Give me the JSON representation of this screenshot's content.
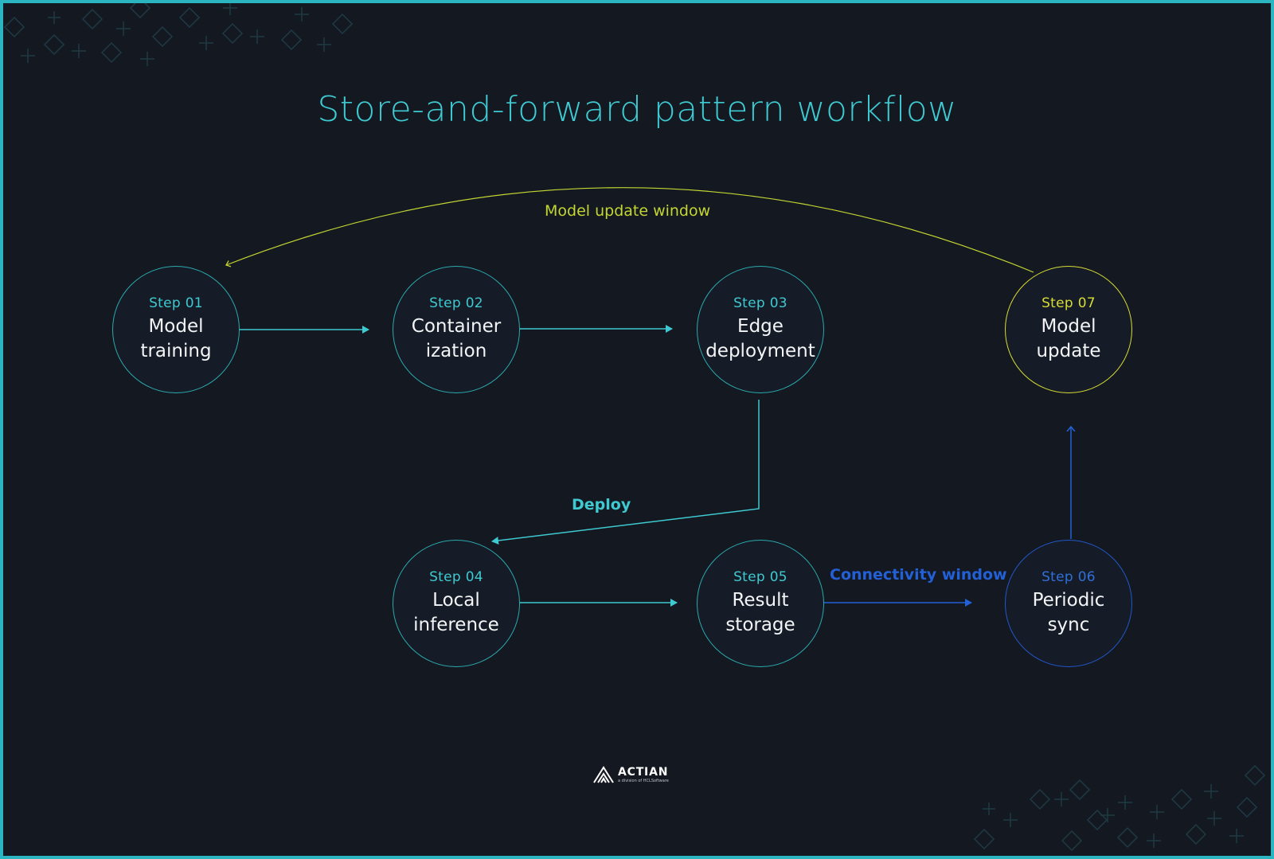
{
  "title": "Store-and-forward pattern workflow",
  "colors": {
    "background": "#141821",
    "frame": "#2ab5c0",
    "teal": "#3fc9d0",
    "yellow": "#d7dc33",
    "blue": "#2360d6",
    "node_text": "#f2f4f6"
  },
  "nodes": [
    {
      "id": "step-01",
      "step": "Step  01",
      "name": "Model\ntraining",
      "color": "teal"
    },
    {
      "id": "step-02",
      "step": "Step  02",
      "name": "Container\nization",
      "color": "teal"
    },
    {
      "id": "step-03",
      "step": "Step  03",
      "name": "Edge\ndeployment",
      "color": "teal"
    },
    {
      "id": "step-04",
      "step": "Step  04",
      "name": "Local\ninference",
      "color": "teal"
    },
    {
      "id": "step-05",
      "step": "Step  05",
      "name": "Result\nstorage",
      "color": "teal"
    },
    {
      "id": "step-06",
      "step": "Step  06",
      "name": "Periodic\nsync",
      "color": "blue"
    },
    {
      "id": "step-07",
      "step": "Step  07",
      "name": "Model\nupdate",
      "color": "yellow"
    }
  ],
  "edges": [
    {
      "from": "step-01",
      "to": "step-02",
      "label": ""
    },
    {
      "from": "step-02",
      "to": "step-03",
      "label": ""
    },
    {
      "from": "step-03",
      "to": "step-04",
      "label": "Deploy"
    },
    {
      "from": "step-04",
      "to": "step-05",
      "label": ""
    },
    {
      "from": "step-05",
      "to": "step-06",
      "label": "Connectivity window"
    },
    {
      "from": "step-06",
      "to": "step-07",
      "label": ""
    },
    {
      "from": "step-07",
      "to": "step-01",
      "label": "Model update window"
    }
  ],
  "labels": {
    "model_update_window": "Model update window",
    "deploy": "Deploy",
    "connectivity_window": "Connectivity window"
  },
  "logo": {
    "name": "ACTIAN",
    "tagline": "a division of HCLSoftware",
    "icon": "actian-logo-icon"
  },
  "decorations": {
    "icon": "plus-diamond-pattern"
  }
}
